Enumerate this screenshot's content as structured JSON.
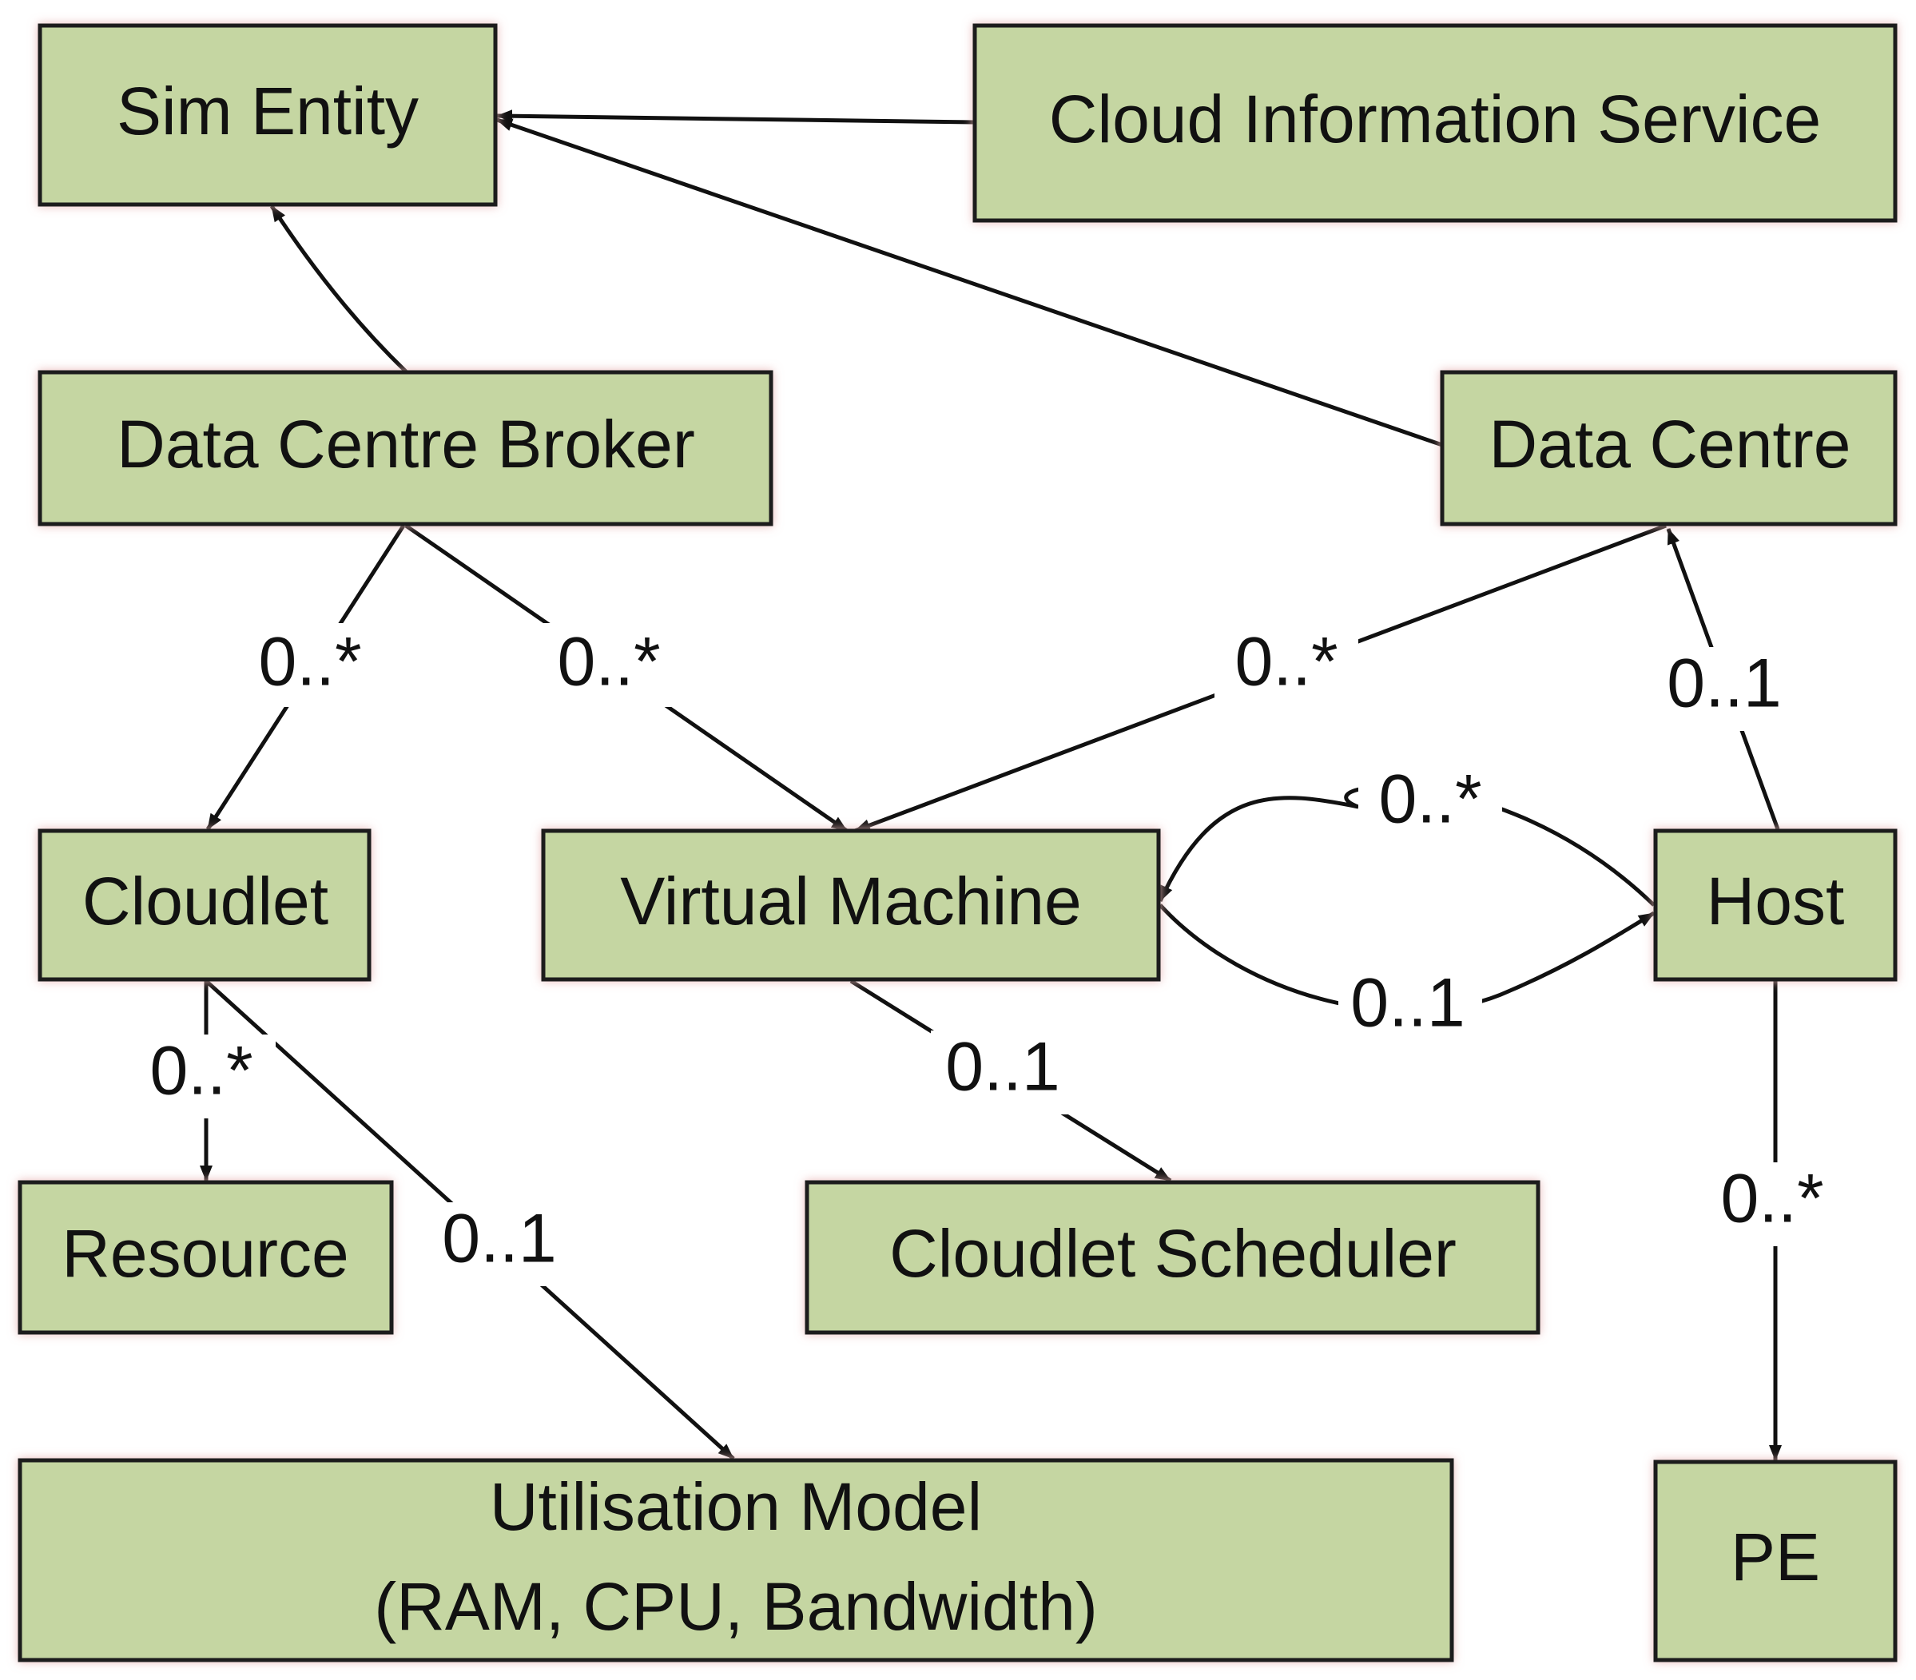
{
  "colors": {
    "box_fill": "#c5d6a2",
    "box_stroke": "#1a1a1a",
    "box_glow": "#e8b4b4",
    "line": "#111111"
  },
  "nodes": {
    "sim_entity": "Sim Entity",
    "cloud_information_service": "Cloud Information Service",
    "data_centre_broker": "Data Centre Broker",
    "data_centre": "Data Centre",
    "cloudlet": "Cloudlet",
    "virtual_machine": "Virtual Machine",
    "host": "Host",
    "resource": "Resource",
    "cloudlet_scheduler": "Cloudlet Scheduler",
    "utilisation_model_line1": "Utilisation Model",
    "utilisation_model_line2": "(RAM, CPU, Bandwidth)",
    "pe": "PE"
  },
  "edges": [
    {
      "from": "Cloud Information Service",
      "to": "Sim Entity",
      "multiplicity": ""
    },
    {
      "from": "Data Centre",
      "to": "Sim Entity",
      "multiplicity": ""
    },
    {
      "from": "Data Centre Broker",
      "to": "Sim Entity",
      "multiplicity": ""
    },
    {
      "from": "Data Centre Broker",
      "to": "Cloudlet",
      "multiplicity": "0..*"
    },
    {
      "from": "Data Centre Broker",
      "to": "Virtual Machine",
      "multiplicity": "0..*"
    },
    {
      "from": "Data Centre",
      "to": "Virtual Machine",
      "multiplicity": "0..*"
    },
    {
      "from": "Host",
      "to": "Data Centre",
      "multiplicity": "0..1"
    },
    {
      "from": "Host",
      "to": "Virtual Machine",
      "multiplicity": "0..*"
    },
    {
      "from": "Virtual Machine",
      "to": "Host",
      "multiplicity": "0..1"
    },
    {
      "from": "Cloudlet",
      "to": "Resource",
      "multiplicity": "0..*"
    },
    {
      "from": "Cloudlet",
      "to": "Utilisation Model",
      "multiplicity": "0..1"
    },
    {
      "from": "Virtual Machine",
      "to": "Cloudlet Scheduler",
      "multiplicity": "0..1"
    },
    {
      "from": "Host",
      "to": "PE",
      "multiplicity": "0..*"
    }
  ]
}
